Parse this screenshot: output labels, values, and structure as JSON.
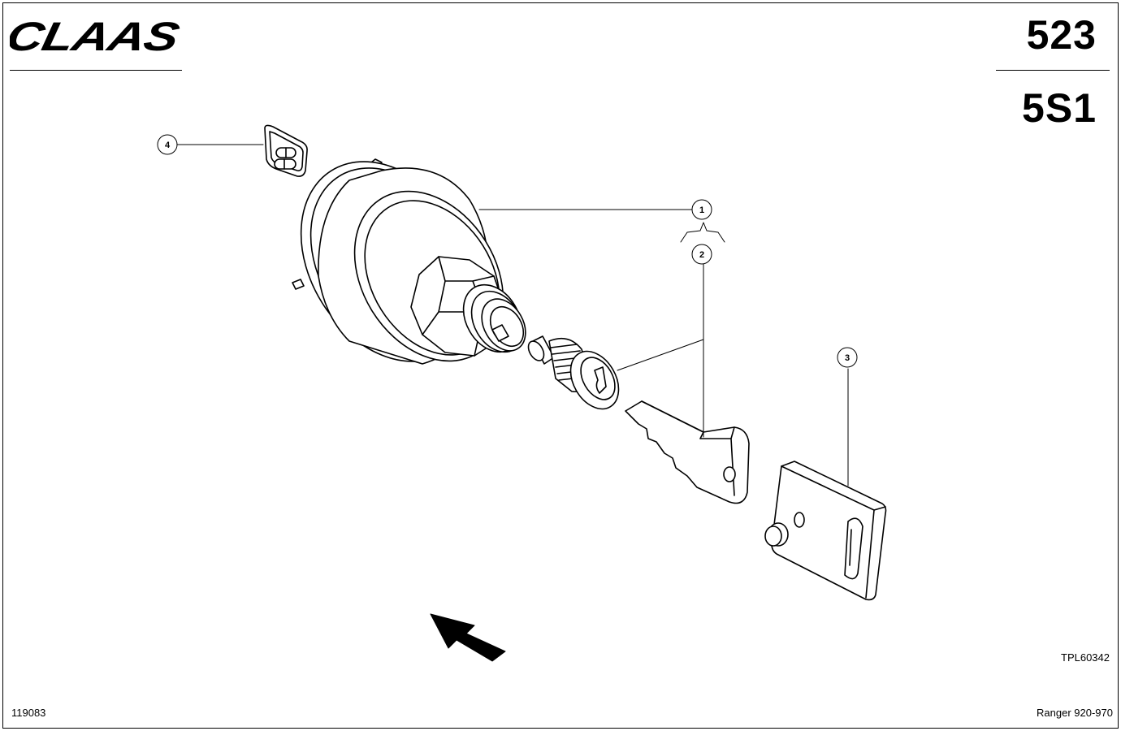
{
  "header": {
    "brand": "CLAAS",
    "page_number": "523",
    "group_code": "5S1"
  },
  "footer": {
    "illustration_ref": "TPL60342",
    "document_number": "119083",
    "model_range": "Ranger 920-970"
  },
  "callouts": [
    {
      "number": "1",
      "part": "ignition-switch"
    },
    {
      "number": "2",
      "part": "lock-cylinder-and-key"
    },
    {
      "number": "3",
      "part": "mounting-plate"
    },
    {
      "number": "4",
      "part": "switch-cover"
    }
  ],
  "icons": {
    "direction_arrow": "direction-arrow-icon"
  }
}
